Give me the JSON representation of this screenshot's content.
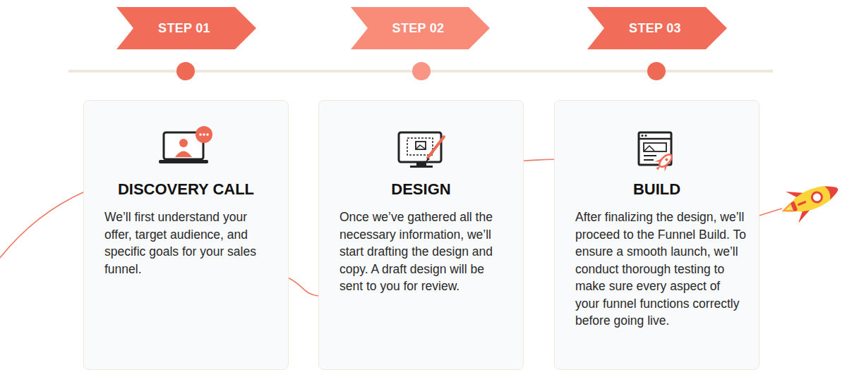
{
  "diagram": {
    "nodes": [
      {
        "text": [
          "STEP 01"
        ]
      },
      {
        "text": [
          "STEP 02"
        ]
      },
      {
        "text": [
          "STEP 03"
        ]
      },
      {
        "text": [
          "DISCOVERY CALL",
          "We’ll first understand your offer, target audience, and specific goals for your sales funnel."
        ]
      },
      {
        "text": [
          "DESIGN",
          "Once we’ve gathered all the necessary information, we’ll start drafting the design and copy. A draft design will be sent to you for review."
        ]
      },
      {
        "text": [
          "BUILD",
          "After finalizing the design, we’ll proceed to the Funnel Build. To ensure a smooth launch, we’ll conduct thorough testing to make sure every aspect of your funnel functions correctly before going live."
        ]
      }
    ],
    "edges": [
      {
        "from": 3,
        "to": 4,
        "arrow": "none"
      },
      {
        "from": 4,
        "to": 5,
        "arrow": "none"
      }
    ]
  }
}
